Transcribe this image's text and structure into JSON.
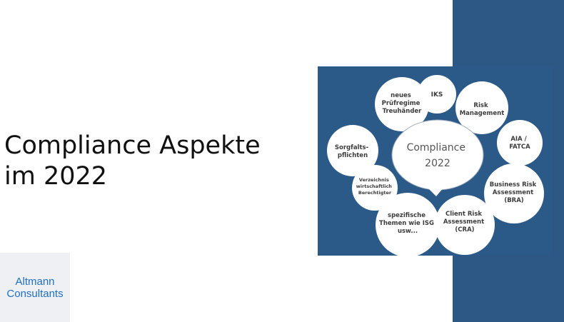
{
  "slide": {
    "title_line1": "Compliance Aspekte",
    "title_line2": "im 2022"
  },
  "logo": {
    "line1": "Altmann",
    "line2": "Consultants"
  },
  "graphic": {
    "center": {
      "line1": "Compliance",
      "line2": "2022"
    },
    "bubbles": [
      {
        "name": "neues-pruefregime",
        "lines": [
          "neues",
          "Prüfregime",
          "Treuhänder"
        ]
      },
      {
        "name": "iks",
        "lines": [
          "IKS"
        ]
      },
      {
        "name": "risk-management",
        "lines": [
          "Risk",
          "Management"
        ]
      },
      {
        "name": "sorgfaltspflichten",
        "lines": [
          "Sorgfalts-",
          "pflichten"
        ]
      },
      {
        "name": "aia-fatca",
        "lines": [
          "AIA /",
          "FATCA"
        ]
      },
      {
        "name": "verzeichnis",
        "lines": [
          "Verzeichnis",
          "wirtschaftlich",
          "Berechtigter"
        ]
      },
      {
        "name": "business-risk",
        "lines": [
          "Business Risk",
          "Assessment",
          "(BRA)"
        ]
      },
      {
        "name": "spezifische-themen",
        "lines": [
          "spezifische",
          "Themen wie ISG",
          "usw..."
        ]
      },
      {
        "name": "client-risk",
        "lines": [
          "Client Risk",
          "Assessment",
          "(CRA)"
        ]
      }
    ]
  },
  "colors": {
    "band": "#2d5784",
    "graphic_bg": "#2c5a88",
    "logo_text": "#1f6fc4"
  }
}
